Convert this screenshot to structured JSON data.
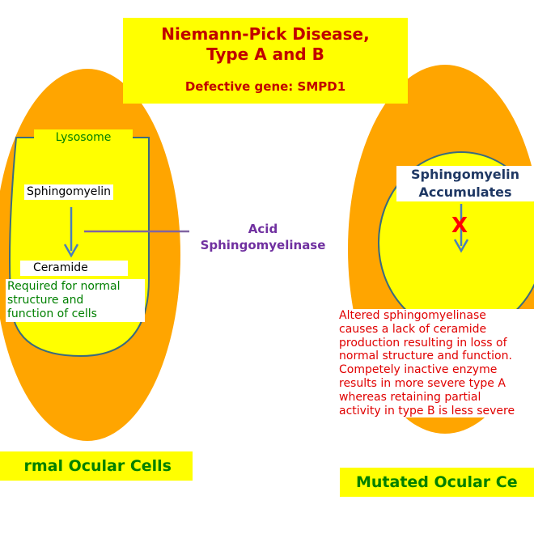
{
  "title": {
    "line1": "Niemann-Pick Disease,",
    "line2": "Type A and B",
    "defective_gene": "Defective gene: SMPD1"
  },
  "normal_cell": {
    "lysosome_label": "Lysosome",
    "substrate": "Sphingomyelin",
    "product": "Ceramide",
    "note_lines": [
      "Required for normal",
      "structure and",
      "function of cells"
    ],
    "caption": "rmal Ocular Cells"
  },
  "enzyme": {
    "line1": "Acid",
    "line2": "Sphingomyelinase"
  },
  "mutated_cell": {
    "accumulates_lines": [
      "Sphingomyelin",
      "Accumulates"
    ],
    "blocked_mark": "X",
    "note_lines": [
      "Altered sphingomyelinase",
      "causes a lack of ceramide",
      "production resulting in loss of",
      "normal structure and function.",
      "Competely inactive enzyme",
      "results in more severe type A",
      "whereas retaining partial",
      "activity in type B is less severe"
    ],
    "caption": "Mutated Ocular Ce"
  },
  "colors": {
    "cell_fill": "#ffa500",
    "lysosome_fill": "#ffff00",
    "outline": "#3a6b7e",
    "arrow": "#4a7ebb",
    "enzyme_line": "#8064a2",
    "title_text": "#c00000",
    "label_green": "#008000",
    "note_red": "#e00000"
  }
}
